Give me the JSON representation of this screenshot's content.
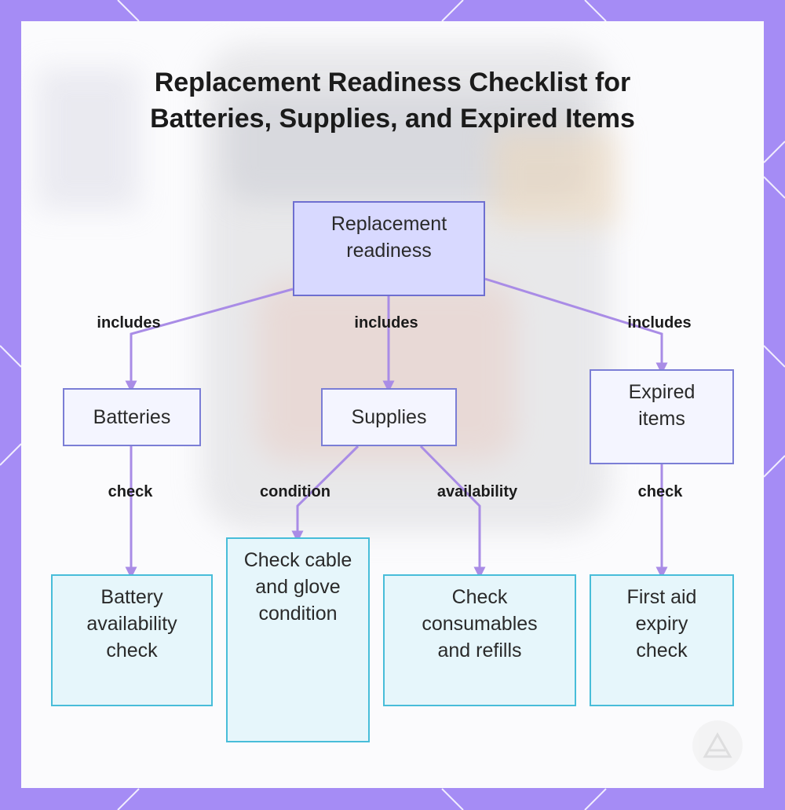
{
  "title": "Replacement Readiness Checklist for Batteries, Supplies, and Expired Items",
  "nodes": {
    "root": "Replacement readiness",
    "batteries": "Batteries",
    "supplies": "Supplies",
    "expired": "Expired items",
    "battery_check": "Battery availability check",
    "cable_check": "Check cable and glove condition",
    "consumables_check": "Check consumables and refills",
    "first_aid_check": "First aid expiry check"
  },
  "edges": {
    "root_batteries": "includes",
    "root_supplies": "includes",
    "root_expired": "includes",
    "batteries_check": "check",
    "supplies_condition": "condition",
    "supplies_availability": "availability",
    "expired_check": "check"
  },
  "colors": {
    "frame": "#a58cf5",
    "edge": "#a98ce6",
    "root_fill": "#d8d9ff",
    "mid_fill": "#f4f5ff",
    "leaf_fill": "#e6f6fb",
    "leaf_border": "#48bdd9"
  }
}
